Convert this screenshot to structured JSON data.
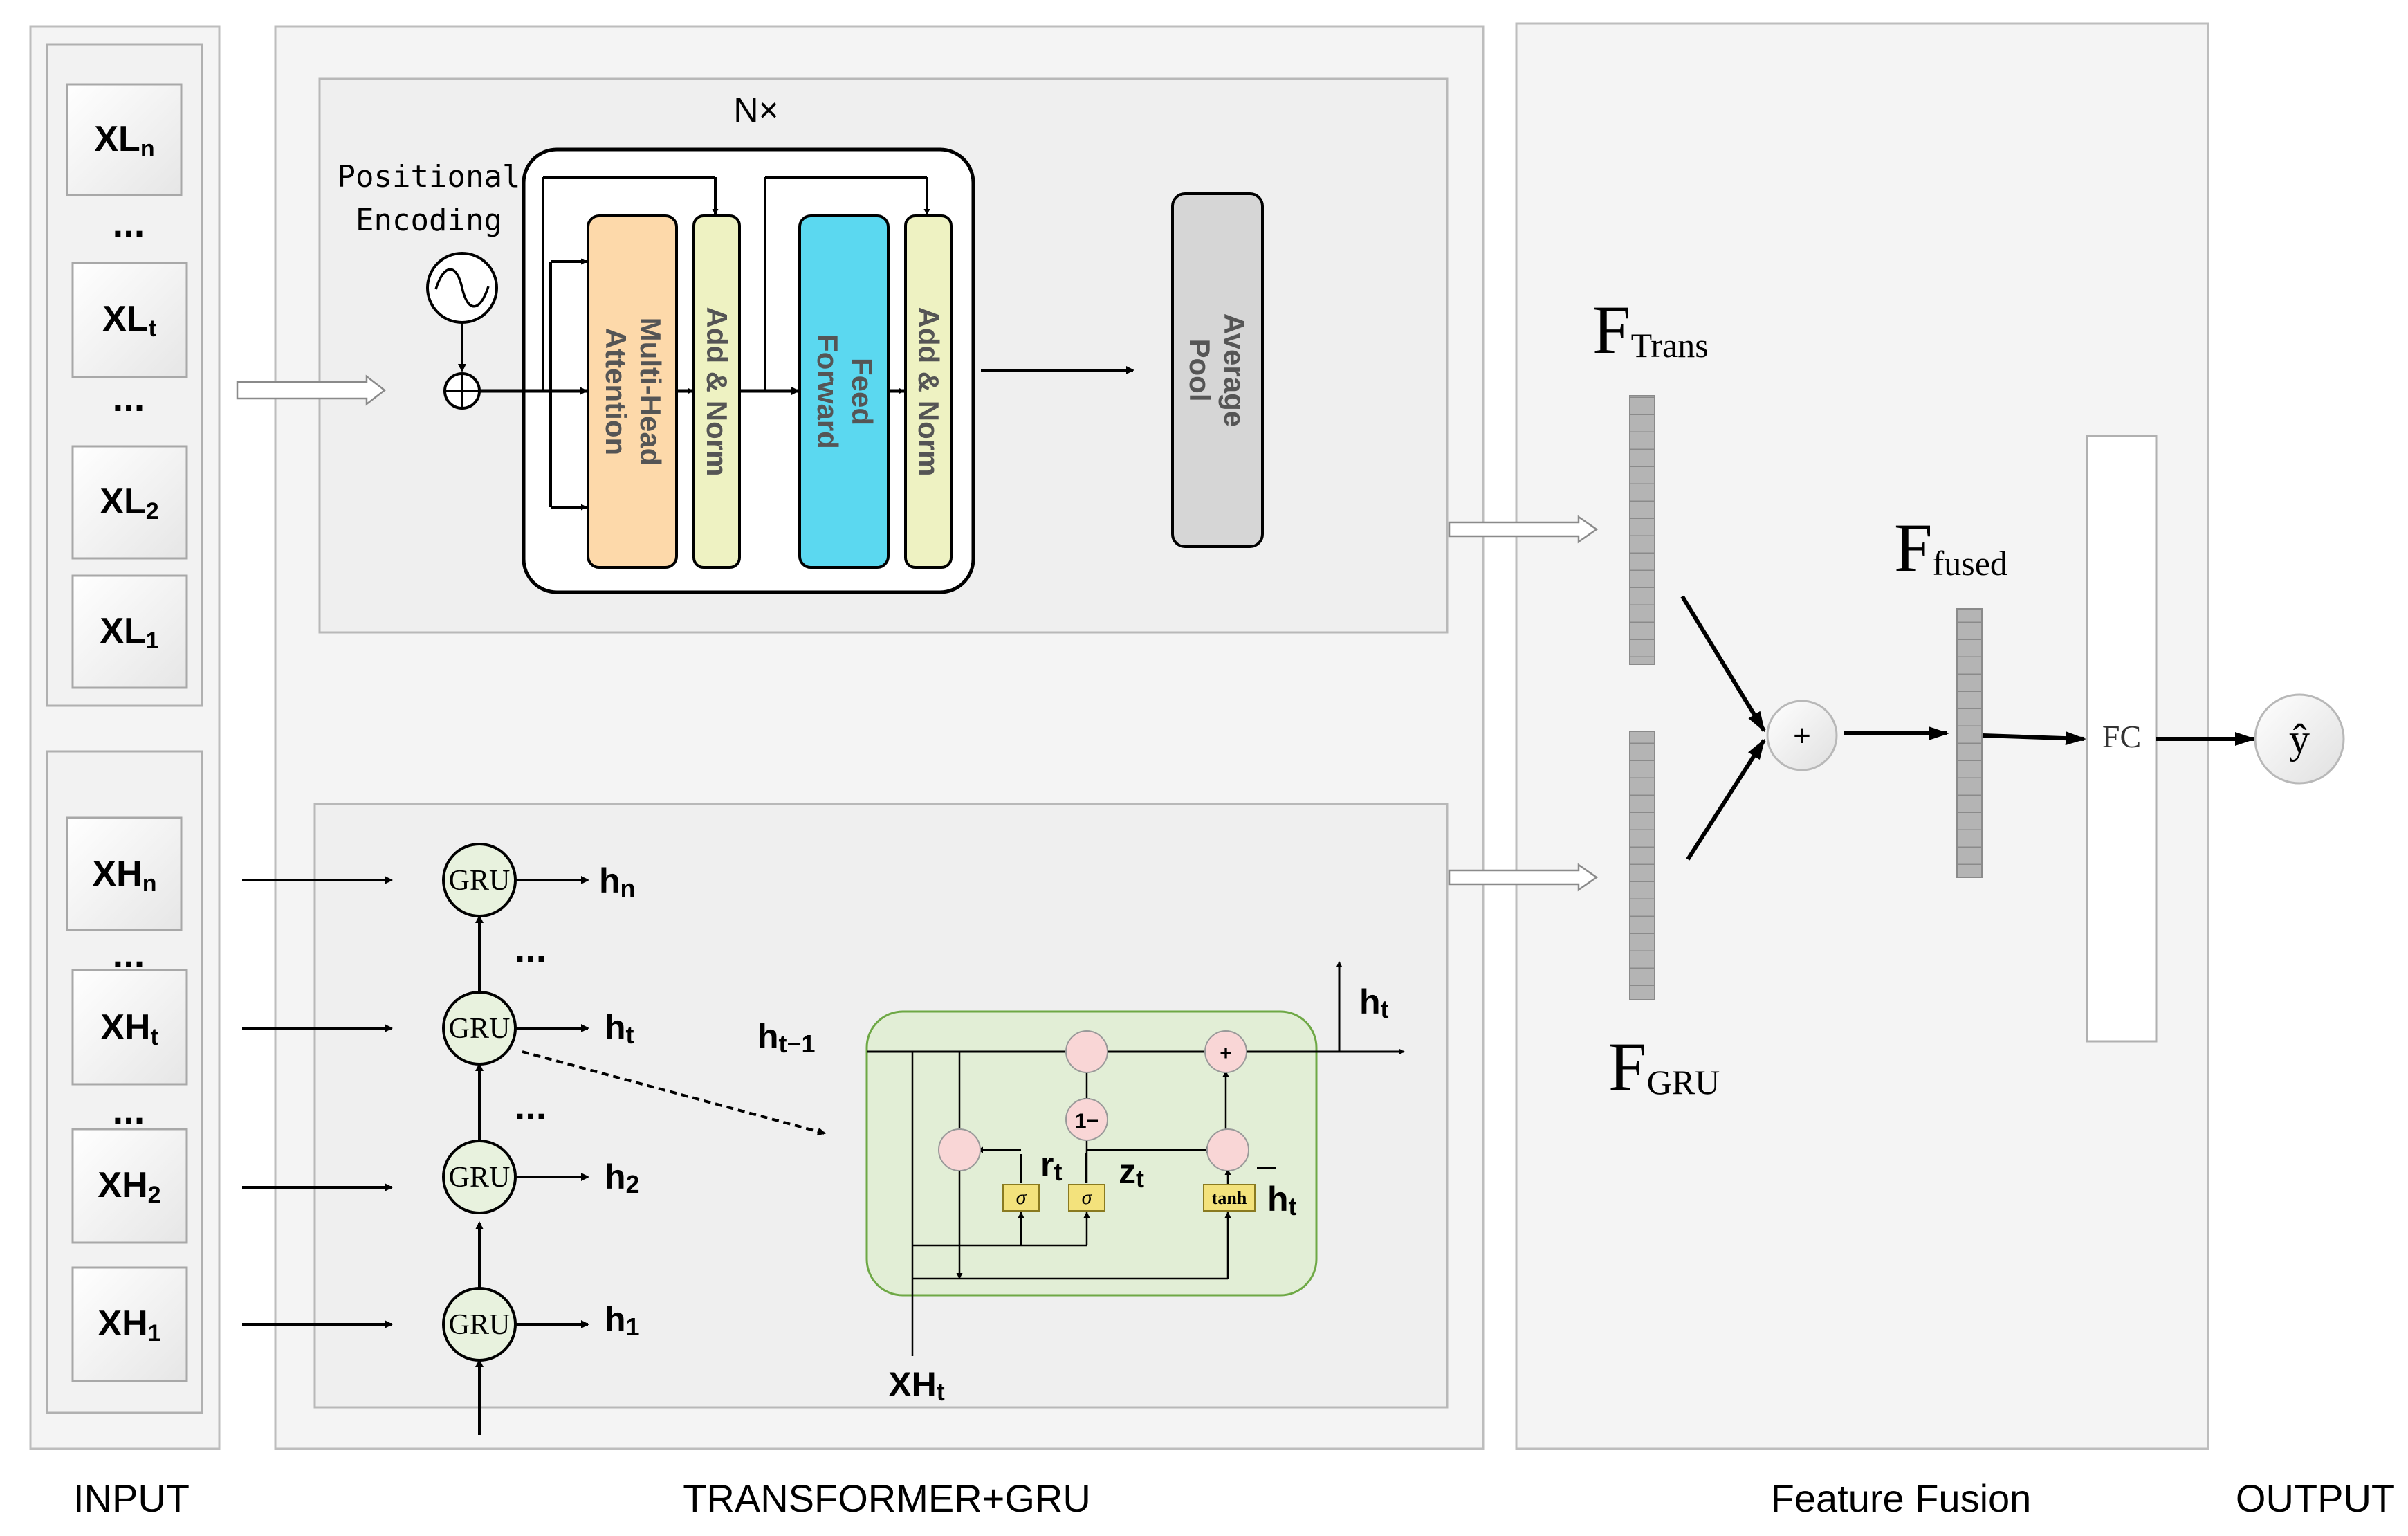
{
  "section_labels": {
    "input": "INPUT",
    "transformer_gru": "TRANSFORMER+GRU",
    "feature_fusion": "Feature Fusion",
    "output": "OUTPUT"
  },
  "input_low": {
    "xl_n": {
      "base": "XL",
      "sub": "n"
    },
    "xl_t": {
      "base": "XL",
      "sub": "t"
    },
    "xl_2": {
      "base": "XL",
      "sub": "2"
    },
    "xl_1": {
      "base": "XL",
      "sub": "1"
    },
    "ellipsis": "..."
  },
  "input_high": {
    "xh_n": {
      "base": "XH",
      "sub": "n"
    },
    "xh_t": {
      "base": "XH",
      "sub": "t"
    },
    "xh_2": {
      "base": "XH",
      "sub": "2"
    },
    "xh_1": {
      "base": "XH",
      "sub": "1"
    },
    "ellipsis": "..."
  },
  "transformer": {
    "repeat_label": "N×",
    "positional_encoding_line1": "Positional",
    "positional_encoding_line2": "Encoding",
    "mha_line1": "Multi-Head",
    "mha_line2": "Attention",
    "add_norm_1": "Add & Norm",
    "ff_line1": "Feed",
    "ff_line2": "Forward",
    "add_norm_2": "Add & Norm",
    "pool_line1": "Average",
    "pool_line2": "Pool"
  },
  "gru_stack": {
    "cell_label": "GRU",
    "h_n": {
      "base": "h",
      "sub": "n"
    },
    "h_t": {
      "base": "h",
      "sub": "t"
    },
    "h_2": {
      "base": "h",
      "sub": "2"
    },
    "h_1": {
      "base": "h",
      "sub": "1"
    },
    "ellipsis": "..."
  },
  "gru_cell": {
    "h_prev": {
      "base": "h",
      "sub": "t−1"
    },
    "h_out": {
      "base": "h",
      "sub": "t"
    },
    "r_t": {
      "base": "r",
      "sub": "t"
    },
    "z_t": {
      "base": "z",
      "sub": "t"
    },
    "h_tilde": {
      "base": "h",
      "sub": "t"
    },
    "x_in": {
      "base": "XH",
      "sub": "t"
    },
    "sigma": "σ",
    "one_minus": "1−",
    "plus": "+",
    "tanh": "tanh"
  },
  "fusion": {
    "f_trans": {
      "base": "F",
      "sub": "Trans"
    },
    "f_gru": {
      "base": "F",
      "sub": "GRU"
    },
    "f_fused": {
      "base": "F",
      "sub": "fused"
    },
    "plus": "+",
    "fc": "FC"
  },
  "output": {
    "y_hat": "ŷ"
  },
  "colors": {
    "mha": "#fdd9aa",
    "add_norm": "#eef2c2",
    "feed_forward": "#5bd8f0",
    "pool": "#d6d6d6",
    "gru_node": "#e8f2de",
    "gru_cell_bg": "#e2eed6",
    "pink_op": "#f9d6d6",
    "gate_yellow": "#f3e27c",
    "feature_cell": "#b4b4b4"
  }
}
